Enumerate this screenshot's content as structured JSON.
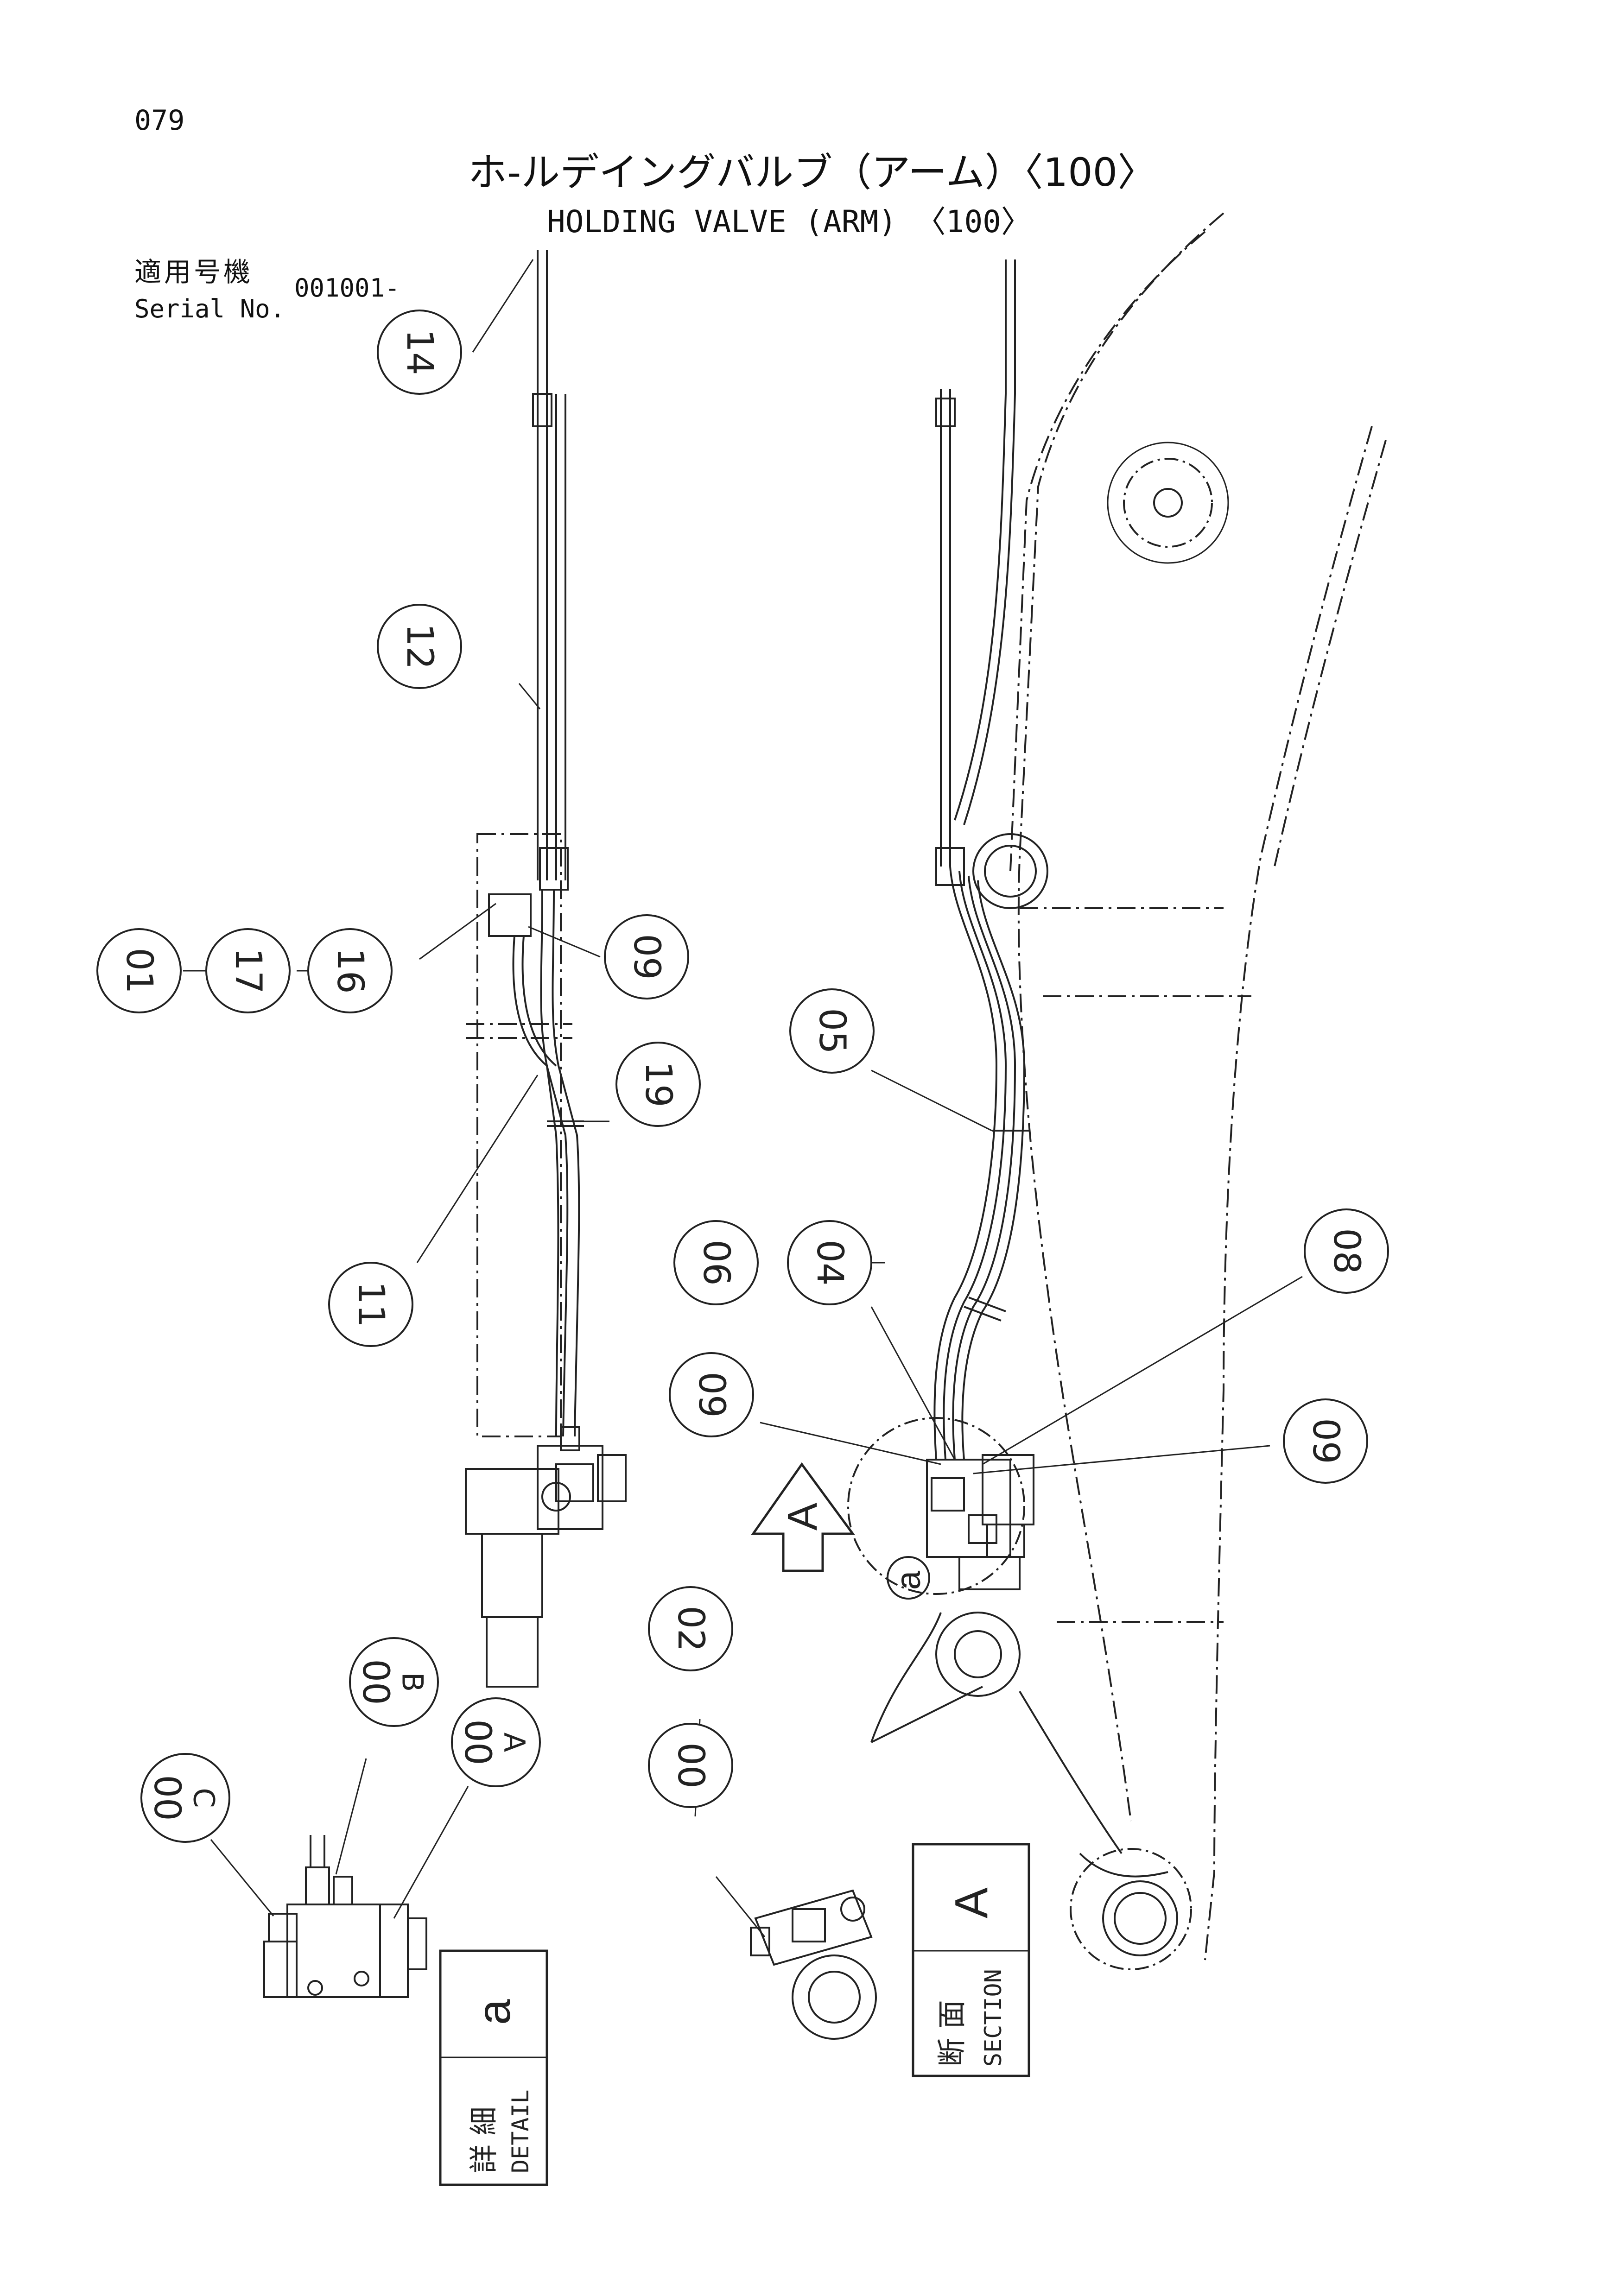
{
  "page": {
    "number": "079",
    "title_jp": "ホ-ルデイングバルブ（アーム）〈100〉",
    "title_en": "HOLDING VALVE (ARM) 〈100〉",
    "serial_label_jp": "適用号機",
    "serial_label_en": "Serial No.",
    "serial_value": "001001-"
  },
  "callouts": [
    {
      "id": "14"
    },
    {
      "id": "12"
    },
    {
      "id": "16"
    },
    {
      "id": "17"
    },
    {
      "id": "01"
    },
    {
      "id": "09",
      "ref": "upper-left"
    },
    {
      "id": "19"
    },
    {
      "id": "11"
    },
    {
      "id": "05"
    },
    {
      "id": "06"
    },
    {
      "id": "04"
    },
    {
      "id": "08"
    },
    {
      "id": "09",
      "ref": "lower-mid"
    },
    {
      "id": "09",
      "ref": "lower-right"
    },
    {
      "id": "02"
    },
    {
      "id": "00",
      "ref": "section"
    },
    {
      "id": "00",
      "sub": "A"
    },
    {
      "id": "00",
      "sub": "B"
    },
    {
      "id": "00",
      "sub": "C"
    }
  ],
  "view_arrow": {
    "label": "A"
  },
  "detail_marker": {
    "label": "a"
  },
  "detail_box": {
    "jp": "詳 細",
    "en": "DETAIL",
    "ref": "a"
  },
  "section_box": {
    "jp": "断 面",
    "en": "SECTION",
    "ref": "A"
  },
  "colors": {
    "ink": "#222222",
    "paper": "#ffffff"
  }
}
